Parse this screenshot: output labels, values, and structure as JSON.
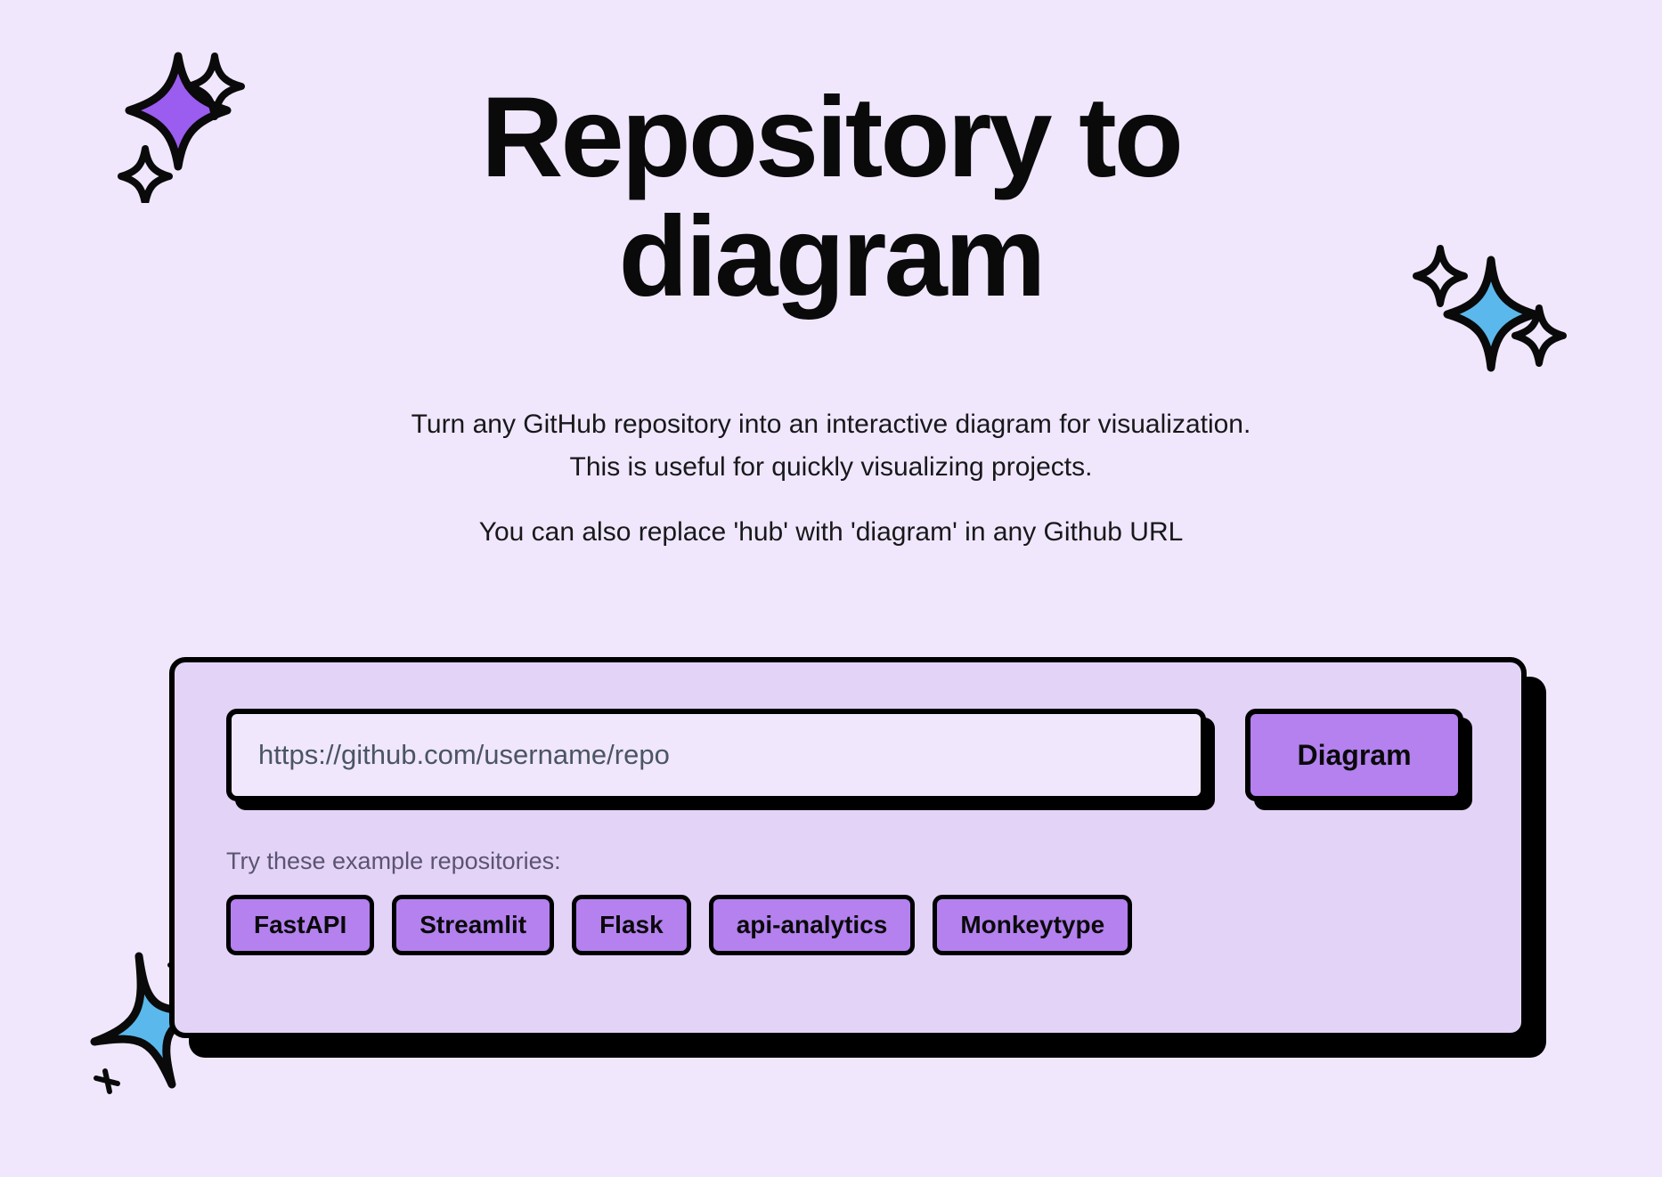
{
  "theme": {
    "page_background": "#f0e7fc",
    "card_background": "#e3d4f7",
    "accent_purple": "#b481ef",
    "accent_blue": "#5bb8ec",
    "outline": "#000000",
    "body_text": "#18181b",
    "muted_text": "#5b5470",
    "placeholder_text": "#4b5563"
  },
  "hero": {
    "title": "Repository to diagram",
    "title_line_1": "Repository to",
    "title_line_2": "diagram",
    "subtitle_line_1": "Turn any GitHub repository into an interactive diagram for visualization.",
    "subtitle_line_2": "This is useful for quickly visualizing projects.",
    "note": "You can also replace 'hub' with 'diagram' in any Github URL"
  },
  "form": {
    "url_placeholder": "https://github.com/username/repo",
    "url_value": "",
    "submit_label": "Diagram"
  },
  "examples": {
    "label": "Try these example repositories:",
    "items": [
      {
        "label": "FastAPI"
      },
      {
        "label": "Streamlit"
      },
      {
        "label": "Flask"
      },
      {
        "label": "api-analytics"
      },
      {
        "label": "Monkeytype"
      }
    ]
  },
  "decorations": [
    {
      "name": "sparkle-top-left",
      "primary_color": "#9b5cf0",
      "shape": "four-point-star"
    },
    {
      "name": "sparkle-top-right",
      "primary_color": "#5bb8ec",
      "shape": "four-point-star"
    },
    {
      "name": "sparkle-bottom-left",
      "primary_color": "#5bb8ec",
      "shape": "four-point-star"
    }
  ]
}
